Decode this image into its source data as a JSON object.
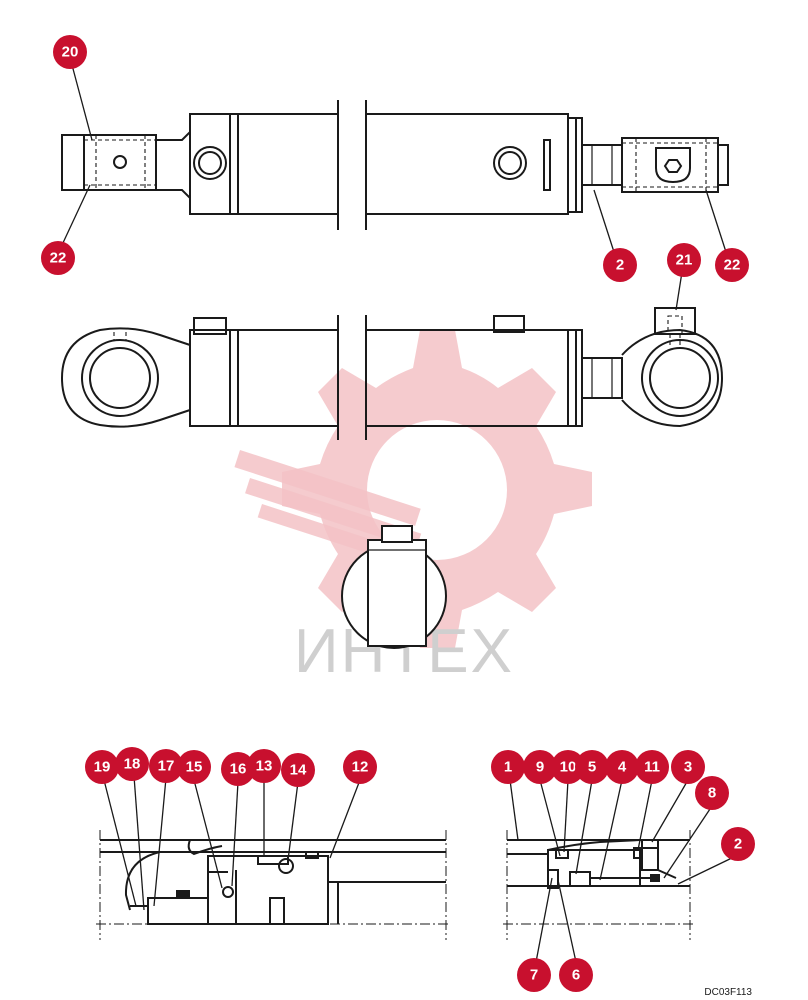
{
  "watermark": {
    "text": "ИНТЕХ",
    "color": "#f3c2c5"
  },
  "drawing_code": "DC03F113",
  "badge_color": "#c8102e",
  "callouts": [
    {
      "id": "c20a",
      "label": "20"
    },
    {
      "id": "c22a",
      "label": "22"
    },
    {
      "id": "c2a",
      "label": "2"
    },
    {
      "id": "c22b",
      "label": "22"
    },
    {
      "id": "c21",
      "label": "21"
    },
    {
      "id": "c19",
      "label": "19"
    },
    {
      "id": "c18",
      "label": "18"
    },
    {
      "id": "c17",
      "label": "17"
    },
    {
      "id": "c15",
      "label": "15"
    },
    {
      "id": "c16",
      "label": "16"
    },
    {
      "id": "c13",
      "label": "13"
    },
    {
      "id": "c14",
      "label": "14"
    },
    {
      "id": "c12",
      "label": "12"
    },
    {
      "id": "c1",
      "label": "1"
    },
    {
      "id": "c9",
      "label": "9"
    },
    {
      "id": "c10",
      "label": "10"
    },
    {
      "id": "c5",
      "label": "5"
    },
    {
      "id": "c4",
      "label": "4"
    },
    {
      "id": "c11",
      "label": "11"
    },
    {
      "id": "c3",
      "label": "3"
    },
    {
      "id": "c8",
      "label": "8"
    },
    {
      "id": "c2b",
      "label": "2"
    },
    {
      "id": "c7",
      "label": "7"
    },
    {
      "id": "c6",
      "label": "6"
    }
  ]
}
